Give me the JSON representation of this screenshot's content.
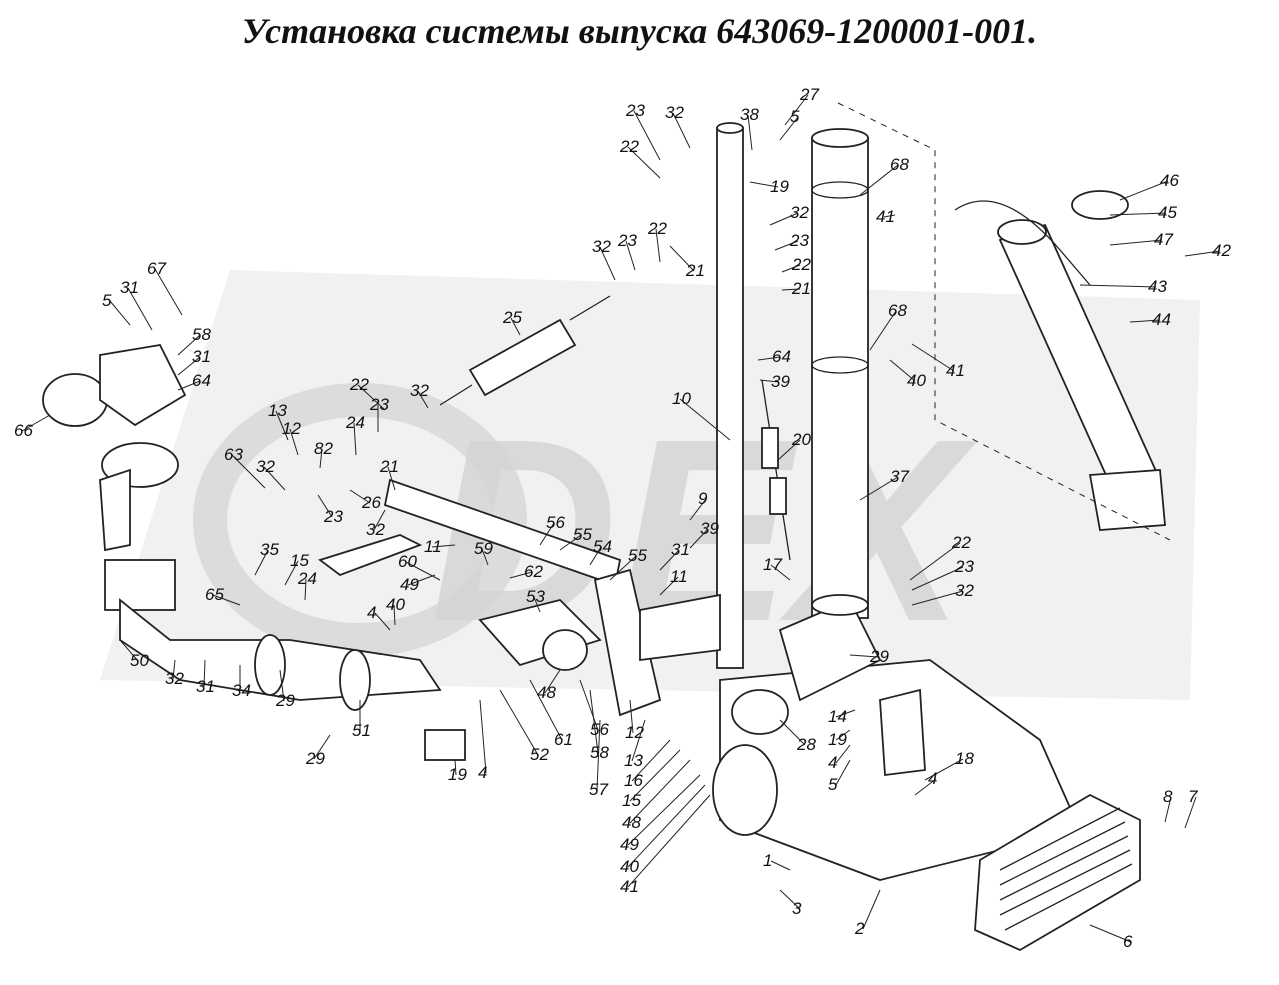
{
  "title": "Установка системы выпуска 643069-1200001-001.",
  "watermark": {
    "text": "DEX"
  },
  "colors": {
    "line": "#222222",
    "watermark": "#d8d8d8",
    "background": "#ffffff"
  },
  "callouts": [
    {
      "id": "c1",
      "label": "23"
    },
    {
      "id": "c2",
      "label": "32"
    },
    {
      "id": "c3",
      "label": "22"
    },
    {
      "id": "c4",
      "label": "38"
    },
    {
      "id": "c5",
      "label": "27"
    },
    {
      "id": "c6",
      "label": "5"
    },
    {
      "id": "c7",
      "label": "19"
    },
    {
      "id": "c8",
      "label": "68"
    },
    {
      "id": "c9",
      "label": "46"
    },
    {
      "id": "c10",
      "label": "45"
    },
    {
      "id": "c11",
      "label": "47"
    },
    {
      "id": "c12",
      "label": "42"
    },
    {
      "id": "c13",
      "label": "41"
    },
    {
      "id": "c14",
      "label": "32"
    },
    {
      "id": "c15",
      "label": "23"
    },
    {
      "id": "c16",
      "label": "22"
    },
    {
      "id": "c17",
      "label": "21"
    },
    {
      "id": "c18",
      "label": "43"
    },
    {
      "id": "c19",
      "label": "44"
    },
    {
      "id": "c20",
      "label": "32"
    },
    {
      "id": "c21",
      "label": "23"
    },
    {
      "id": "c22",
      "label": "22"
    },
    {
      "id": "c23",
      "label": "21"
    },
    {
      "id": "c24",
      "label": "67"
    },
    {
      "id": "c25",
      "label": "5"
    },
    {
      "id": "c26",
      "label": "31"
    },
    {
      "id": "c27",
      "label": "58"
    },
    {
      "id": "c28",
      "label": "31"
    },
    {
      "id": "c29",
      "label": "64"
    },
    {
      "id": "c30",
      "label": "66"
    },
    {
      "id": "c31",
      "label": "25"
    },
    {
      "id": "c32",
      "label": "68"
    },
    {
      "id": "c33",
      "label": "64"
    },
    {
      "id": "c34",
      "label": "41"
    },
    {
      "id": "c35",
      "label": "40"
    },
    {
      "id": "c36",
      "label": "39"
    },
    {
      "id": "c37",
      "label": "22"
    },
    {
      "id": "c38",
      "label": "32"
    },
    {
      "id": "c39",
      "label": "13"
    },
    {
      "id": "c40",
      "label": "12"
    },
    {
      "id": "c41",
      "label": "24"
    },
    {
      "id": "c42",
      "label": "23"
    },
    {
      "id": "c43",
      "label": "82"
    },
    {
      "id": "c44",
      "label": "10"
    },
    {
      "id": "c45",
      "label": "20"
    },
    {
      "id": "c46",
      "label": "63"
    },
    {
      "id": "c47",
      "label": "32"
    },
    {
      "id": "c48",
      "label": "26"
    },
    {
      "id": "c49",
      "label": "21"
    },
    {
      "id": "c50",
      "label": "23"
    },
    {
      "id": "c51",
      "label": "32"
    },
    {
      "id": "c52",
      "label": "37"
    },
    {
      "id": "c53",
      "label": "9"
    },
    {
      "id": "c54",
      "label": "39"
    },
    {
      "id": "c55",
      "label": "56"
    },
    {
      "id": "c56",
      "label": "55"
    },
    {
      "id": "c57",
      "label": "54"
    },
    {
      "id": "c58",
      "label": "31"
    },
    {
      "id": "c59",
      "label": "11"
    },
    {
      "id": "c60",
      "label": "55"
    },
    {
      "id": "c61",
      "label": "17"
    },
    {
      "id": "c62",
      "label": "22"
    },
    {
      "id": "c63",
      "label": "23"
    },
    {
      "id": "c64",
      "label": "32"
    },
    {
      "id": "c65",
      "label": "35"
    },
    {
      "id": "c66",
      "label": "15"
    },
    {
      "id": "c67",
      "label": "60"
    },
    {
      "id": "c68",
      "label": "11"
    },
    {
      "id": "c69",
      "label": "59"
    },
    {
      "id": "c70",
      "label": "62"
    },
    {
      "id": "c71",
      "label": "49"
    },
    {
      "id": "c72",
      "label": "53"
    },
    {
      "id": "c73",
      "label": "24"
    },
    {
      "id": "c74",
      "label": "65"
    },
    {
      "id": "c75",
      "label": "40"
    },
    {
      "id": "c76",
      "label": "4"
    },
    {
      "id": "c77",
      "label": "50"
    },
    {
      "id": "c78",
      "label": "32"
    },
    {
      "id": "c79",
      "label": "31"
    },
    {
      "id": "c80",
      "label": "34"
    },
    {
      "id": "c81",
      "label": "29"
    },
    {
      "id": "c82",
      "label": "29"
    },
    {
      "id": "c83",
      "label": "51"
    },
    {
      "id": "c84",
      "label": "29"
    },
    {
      "id": "c85",
      "label": "19"
    },
    {
      "id": "c86",
      "label": "4"
    },
    {
      "id": "c87",
      "label": "52"
    },
    {
      "id": "c88",
      "label": "61"
    },
    {
      "id": "c89",
      "label": "48"
    },
    {
      "id": "c90",
      "label": "56"
    },
    {
      "id": "c91",
      "label": "58"
    },
    {
      "id": "c92",
      "label": "12"
    },
    {
      "id": "c93",
      "label": "57"
    },
    {
      "id": "c94",
      "label": "13"
    },
    {
      "id": "c95",
      "label": "16"
    },
    {
      "id": "c96",
      "label": "15"
    },
    {
      "id": "c97",
      "label": "48"
    },
    {
      "id": "c98",
      "label": "49"
    },
    {
      "id": "c99",
      "label": "40"
    },
    {
      "id": "c100",
      "label": "41"
    },
    {
      "id": "c101",
      "label": "28"
    },
    {
      "id": "c102",
      "label": "14"
    },
    {
      "id": "c103",
      "label": "19"
    },
    {
      "id": "c104",
      "label": "4"
    },
    {
      "id": "c105",
      "label": "5"
    },
    {
      "id": "c106",
      "label": "18"
    },
    {
      "id": "c107",
      "label": "4"
    },
    {
      "id": "c108",
      "label": "8"
    },
    {
      "id": "c109",
      "label": "7"
    },
    {
      "id": "c110",
      "label": "1"
    },
    {
      "id": "c111",
      "label": "3"
    },
    {
      "id": "c112",
      "label": "2"
    },
    {
      "id": "c113",
      "label": "6"
    }
  ]
}
